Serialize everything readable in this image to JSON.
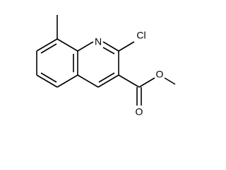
{
  "molecule": {
    "atom_labels": {
      "ring_nitrogen": "N",
      "chlorine": "Cl",
      "ester_carbonyl_oxygen": "O",
      "ester_ether_oxygen": "O"
    }
  },
  "colors": {
    "bond": "#000000",
    "label": "#000000",
    "background": "#ffffff"
  }
}
